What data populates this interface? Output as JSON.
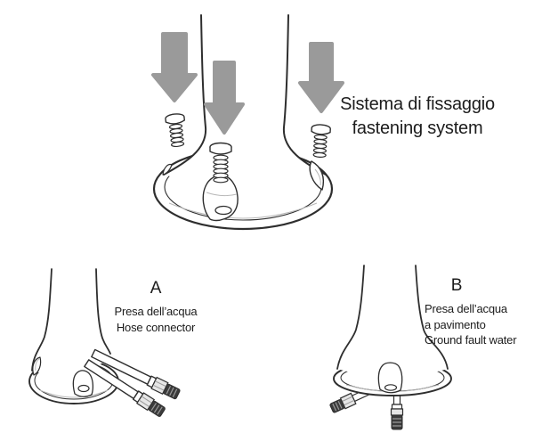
{
  "title": {
    "line1": "Sistema di fissaggio",
    "line2": "fastening system"
  },
  "sections": {
    "a": {
      "label": "A",
      "caption_it": "Presa dell’acqua",
      "caption_en": "Hose connector"
    },
    "b": {
      "label": "B",
      "caption_it_1": "Presa dell’acqua",
      "caption_it_2": "a pavimento",
      "caption_en": "Ground fault water"
    }
  },
  "colors": {
    "bg": "#ffffff",
    "text": "#1c1c1c",
    "line": "#2e2e2e",
    "faint_line": "#b8b8b8",
    "arrow": "#9a9a9a",
    "fitting_dark": "#3b3b3b",
    "fitting_light": "#e6e6e6",
    "ridge": "#9a9a9a"
  },
  "icons": {
    "down_arrow": "press-down-arrow",
    "screw": "fixing-screw",
    "hose": "flexible-hose-fitting",
    "floor_connector": "floor-water-connector"
  }
}
